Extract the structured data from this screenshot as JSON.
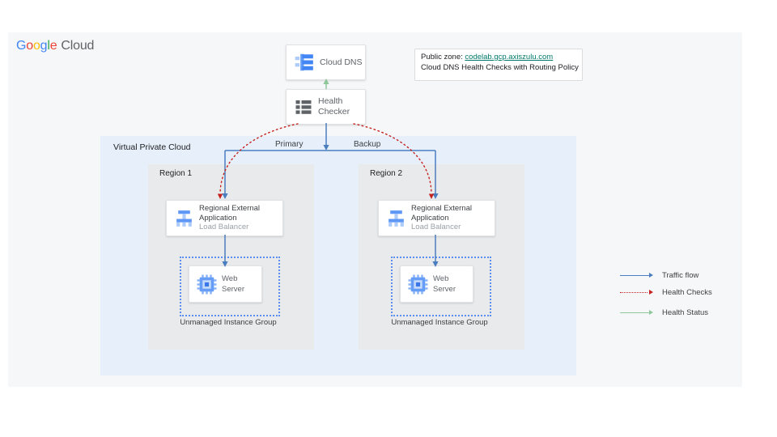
{
  "logo": {
    "letters": [
      {
        "ch": "G",
        "color": "#4285F4"
      },
      {
        "ch": "o",
        "color": "#EA4335"
      },
      {
        "ch": "o",
        "color": "#FBBC05"
      },
      {
        "ch": "g",
        "color": "#4285F4"
      },
      {
        "ch": "l",
        "color": "#34A853"
      },
      {
        "ch": "e",
        "color": "#EA4335"
      }
    ],
    "product": "Cloud"
  },
  "nodes": {
    "cloud_dns": {
      "label": "Cloud DNS"
    },
    "health_checker": {
      "label": "Health Checker"
    },
    "note": {
      "prefix": "Public zone: ",
      "link": "codelab.gcp.axiszulu.com",
      "line2": "Cloud DNS Health Checks with Routing Policy"
    }
  },
  "vpc": {
    "label": "Virtual Private Cloud"
  },
  "edges": {
    "primary_label": "Primary",
    "backup_label": "Backup"
  },
  "regions": [
    {
      "name": "Region 1",
      "lb_title": "Regional External Application",
      "lb_subtitle": "Load Balancer",
      "server_label": "Web Server",
      "group_label": "Unmanaged Instance Group"
    },
    {
      "name": "Region 2",
      "lb_title": "Regional External Application",
      "lb_subtitle": "Load Balancer",
      "server_label": "Web Server",
      "group_label": "Unmanaged Instance Group"
    }
  ],
  "legend": {
    "items": [
      {
        "label": "Traffic flow",
        "color": "#4a7ebf",
        "style": "solid"
      },
      {
        "label": "Health Checks",
        "color": "#c5221f",
        "style": "dotted"
      },
      {
        "label": "Health Status",
        "color": "#8fc79b",
        "style": "solid"
      }
    ]
  },
  "colors": {
    "traffic_flow": "#4a7ebf",
    "health_checks": "#c5221f",
    "health_status": "#8fc79b",
    "vpc_bg": "#e7f0fa",
    "region_bg": "#e9eaec",
    "stage_bg": "#f6f7f8",
    "link": "#00796b"
  }
}
